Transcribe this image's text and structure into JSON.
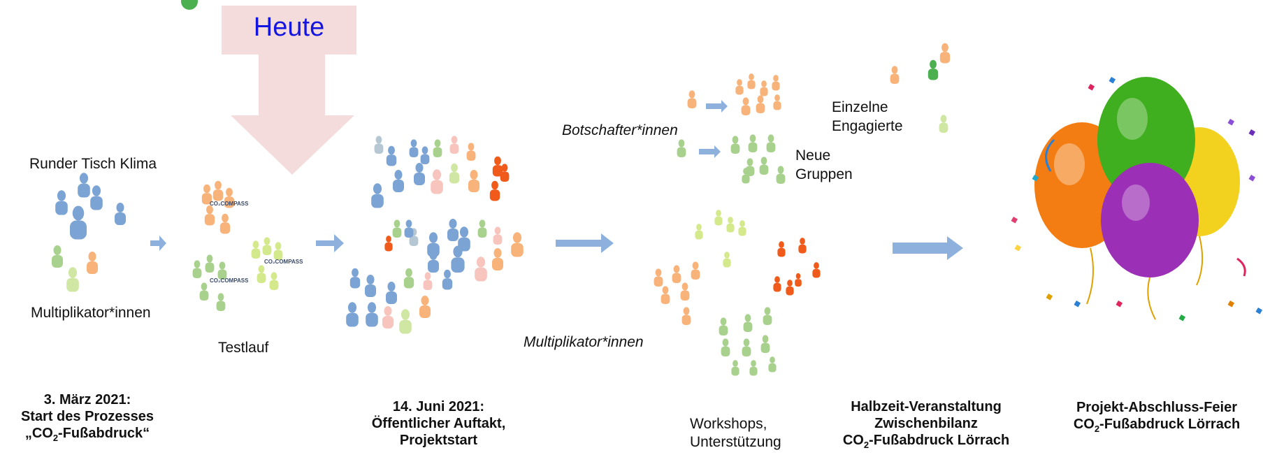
{
  "header": {
    "today_label": "Heute"
  },
  "stages": {
    "start": {
      "label_top": "Runder Tisch Klima",
      "label_bottom": "Multiplikator*innen",
      "date": "3. März 2021:",
      "line2": "Start des Prozesses",
      "line3_pre": "„CO",
      "line3_sub": "2",
      "line3_post": "-Fußabdruck“"
    },
    "test": {
      "label": "Testlauf",
      "badge": "CO₂COMPASS"
    },
    "kickoff": {
      "date": "14. Juni 2021:",
      "line2": "Öffentlicher Auftakt,",
      "line3": "Projektstart"
    },
    "spread": {
      "ambassadors": "Botschafter*innen",
      "groups_line1": "Neue",
      "groups_line2": "Gruppen",
      "multipliers": "Multiplikator*innen",
      "individuals_line1": "Einzelne",
      "individuals_line2": "Engagierte",
      "workshops_line1": "Workshops,",
      "workshops_line2": "Unterstützung"
    },
    "halftime": {
      "line1": "Halbzeit-Veranstaltung",
      "line2": "Zwischenbilanz",
      "line3_pre": "CO",
      "line3_sub": "2",
      "line3_post": "-Fußabdruck Lörrach"
    },
    "final": {
      "line1": "Projekt-Abschluss-Feier",
      "line2_pre": "CO",
      "line2_sub": "2",
      "line2_post": "-Fußabdruck Lörrach"
    }
  },
  "colors": {
    "blue": "#7ba3d4",
    "grey_blue": "#b5c7d3",
    "green": "#a9d18e",
    "light_green": "#cfe7a3",
    "yellow_green": "#d4e88c",
    "orange": "#f8b37a",
    "pink": "#f7c5bd",
    "red_orange": "#f05a1a",
    "dark_green": "#4caf50",
    "arrow": "#8db1dc",
    "heute_bg": "#f4dcdc",
    "heute_text": "#1515e0"
  },
  "icons": [
    "person-icon",
    "arrow-right-icon",
    "down-arrow-icon",
    "balloons-icon"
  ]
}
